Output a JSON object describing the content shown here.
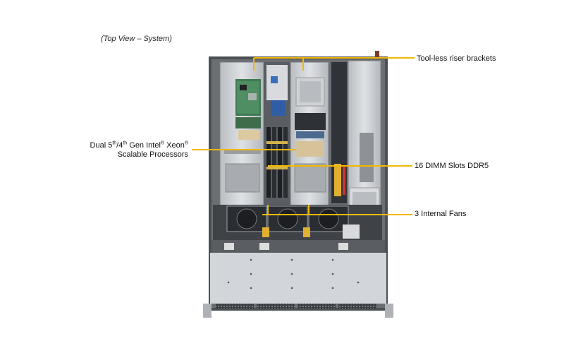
{
  "caption": "(Top View – System)",
  "callouts": {
    "riser": "Tool-less riser brackets",
    "dimm": "16 DIMM Slots DDR5",
    "fans": "3 Internal  Fans",
    "cpu": {
      "p1": "Dual 5",
      "sup1": "th",
      "p2": "/4",
      "sup2": "th",
      "p3": " Gen Intel",
      "sup3": "®",
      "p4": " Xeon",
      "sup4": "®",
      "line2": "Scalable Processors"
    }
  },
  "colors": {
    "leader": "#f2b800",
    "chassis": "#c9ccd0",
    "chassis_dark": "#54585d"
  }
}
